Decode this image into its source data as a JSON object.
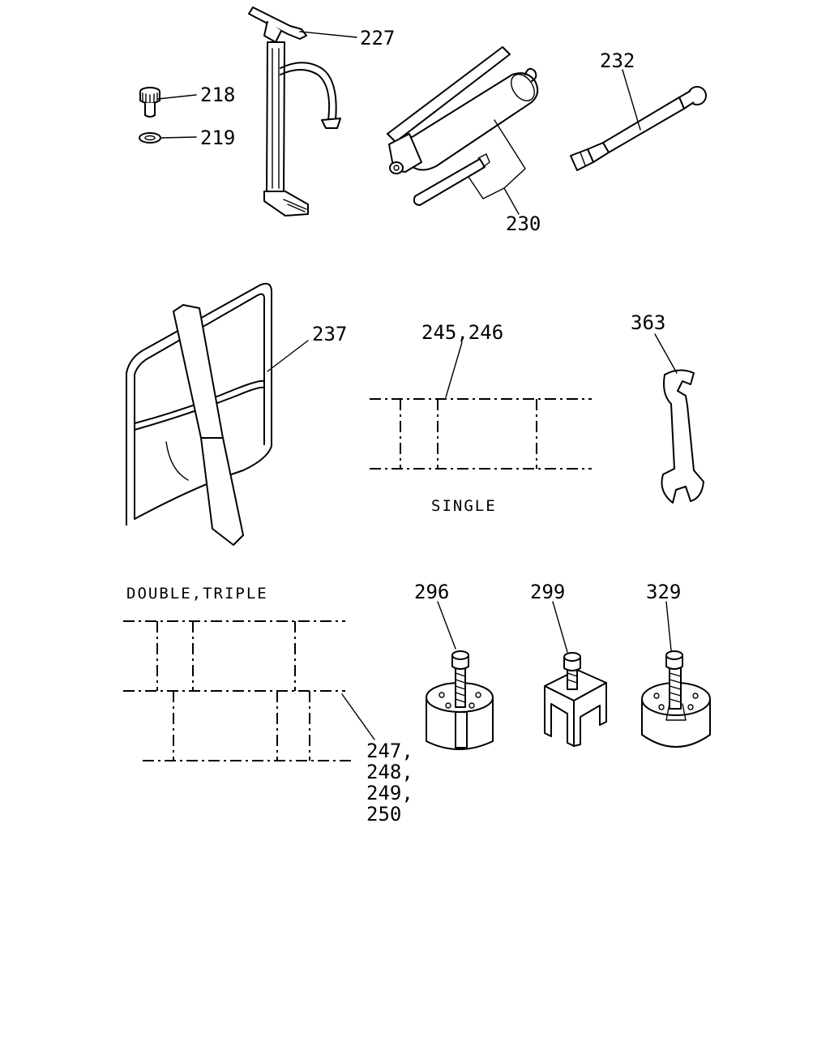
{
  "parts": {
    "p218": "218",
    "p219": "219",
    "p227": "227",
    "p230": "230",
    "p232": "232",
    "p237": "237",
    "p245_246": "245,246",
    "p363": "363",
    "p296": "296",
    "p299": "299",
    "p329": "329",
    "p247": "247,",
    "p248": "248,",
    "p249": "249,",
    "p250": "250"
  },
  "captions": {
    "single": "SINGLE",
    "double_triple": "DOUBLE,TRIPLE"
  }
}
